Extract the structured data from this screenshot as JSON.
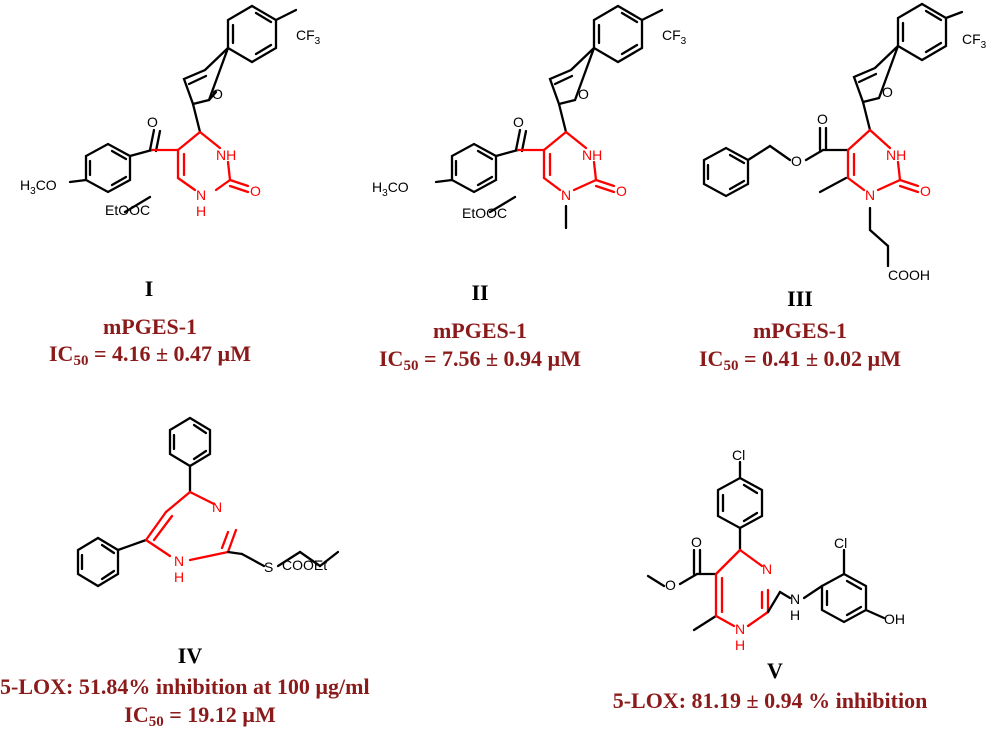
{
  "compounds": [
    {
      "id": "I",
      "target": "mPGES-1",
      "ic50_prefix": "IC",
      "ic50_sub": "50",
      "ic50_value": "= 4.16 ± 0.47 µM",
      "atoms": {
        "cf3": "CF",
        "cf3_sub": "3",
        "o_furan": "O",
        "o_ketone": "O",
        "nh": "NH",
        "n1h": "N",
        "n1h_h": "H",
        "o_urea": "O",
        "h3co": "H",
        "h3co_sub": "3",
        "h3co_rest": "CO",
        "etooc": "EtOOC"
      }
    },
    {
      "id": "II",
      "target": "mPGES-1",
      "ic50_prefix": "IC",
      "ic50_sub": "50",
      "ic50_value": "= 7.56 ± 0.94 µM",
      "atoms": {
        "cf3": "CF",
        "cf3_sub": "3",
        "o_furan": "O",
        "o_ketone": "O",
        "nh": "NH",
        "n1": "N",
        "o_urea": "O",
        "h3co": "H",
        "h3co_sub": "3",
        "h3co_rest": "CO",
        "etooc": "EtOOC"
      }
    },
    {
      "id": "III",
      "target": "mPGES-1",
      "ic50_prefix": "IC",
      "ic50_sub": "50",
      "ic50_value": "= 0.41 ± 0.02 µM",
      "atoms": {
        "cf3": "CF",
        "cf3_sub": "3",
        "o_furan": "O",
        "o_ester1": "O",
        "o_ester2": "O",
        "nh": "NH",
        "n1": "N",
        "o_urea": "O",
        "cooh": "COOH"
      }
    },
    {
      "id": "IV",
      "target_line1": "5-LOX:   51.84% inhibition at 100 µg/ml",
      "ic50_prefix": "IC",
      "ic50_sub": "50",
      "ic50_value": "= 19.12 µM",
      "atoms": {
        "n3": "N",
        "n1h": "N",
        "n1h_h": "H",
        "s": "S",
        "cooet": "COOEt"
      }
    },
    {
      "id": "V",
      "target_line1": "5-LOX:   81.19 ± 0.94 % inhibition",
      "atoms": {
        "cl1": "Cl",
        "cl2": "Cl",
        "oh": "OH",
        "o_ester1": "O",
        "o_ester2": "O",
        "n3": "N",
        "n1h": "N",
        "n1h_h": "H",
        "nh": "N",
        "nh_h": "H"
      }
    }
  ],
  "colors": {
    "ring_core": "#ff0000",
    "bond": "#000000",
    "label_red": "#8b1a1a"
  }
}
